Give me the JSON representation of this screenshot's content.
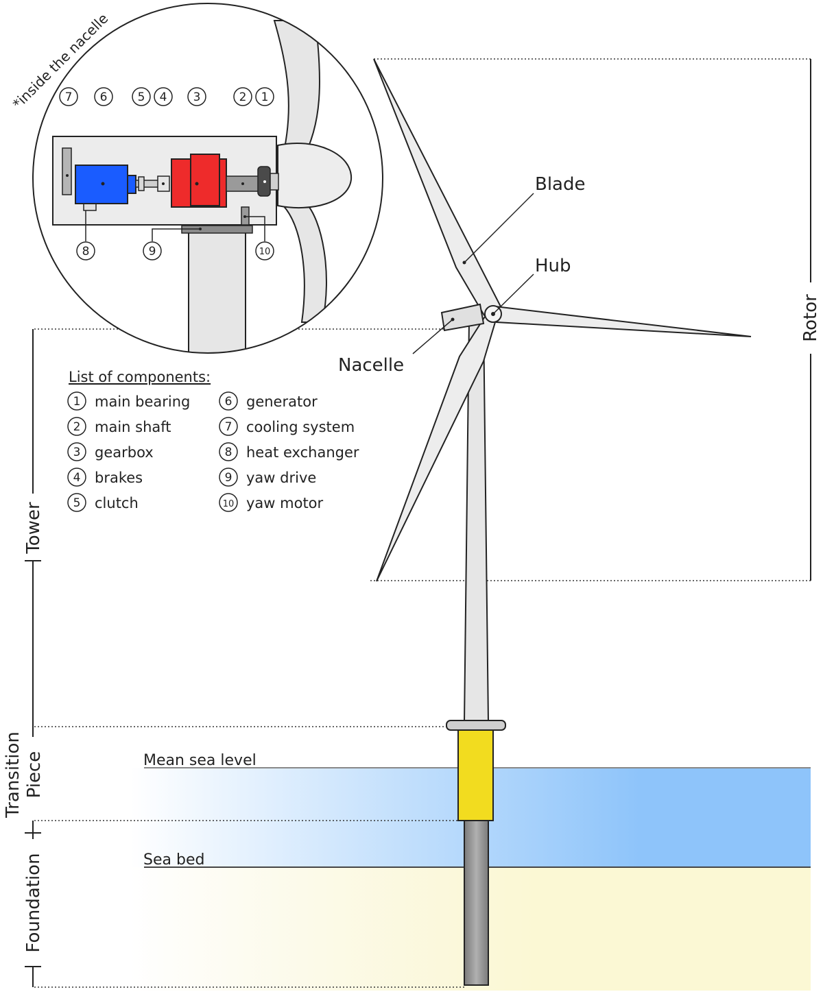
{
  "labels": {
    "inside_nacelle": "*inside the nacelle",
    "blade": "Blade",
    "hub": "Hub",
    "nacelle": "Nacelle",
    "rotor": "Rotor",
    "tower": "Tower",
    "transition_line1": "Transition",
    "transition_line2": "Piece",
    "foundation": "Foundation",
    "mean_sea_level": "Mean sea level",
    "sea_bed": "Sea bed"
  },
  "legend": {
    "title": "List of components:",
    "items": [
      {
        "num": "1",
        "label": "main bearing"
      },
      {
        "num": "2",
        "label": "main shaft"
      },
      {
        "num": "3",
        "label": "gearbox"
      },
      {
        "num": "4",
        "label": "brakes"
      },
      {
        "num": "5",
        "label": "clutch"
      },
      {
        "num": "6",
        "label": "generator"
      },
      {
        "num": "7",
        "label": "cooling system"
      },
      {
        "num": "8",
        "label": "heat exchanger"
      },
      {
        "num": "9",
        "label": "yaw drive"
      },
      {
        "num": "10",
        "label": "yaw motor"
      }
    ]
  },
  "colors": {
    "generator": "#1a5cff",
    "gearbox": "#ee2b2b",
    "transition_piece": "#f2dc1f",
    "sea": "#8ec4fa",
    "seabed": "#fbf8d4",
    "tower": "#e6e6e6",
    "pile": "#8c8c8c"
  }
}
